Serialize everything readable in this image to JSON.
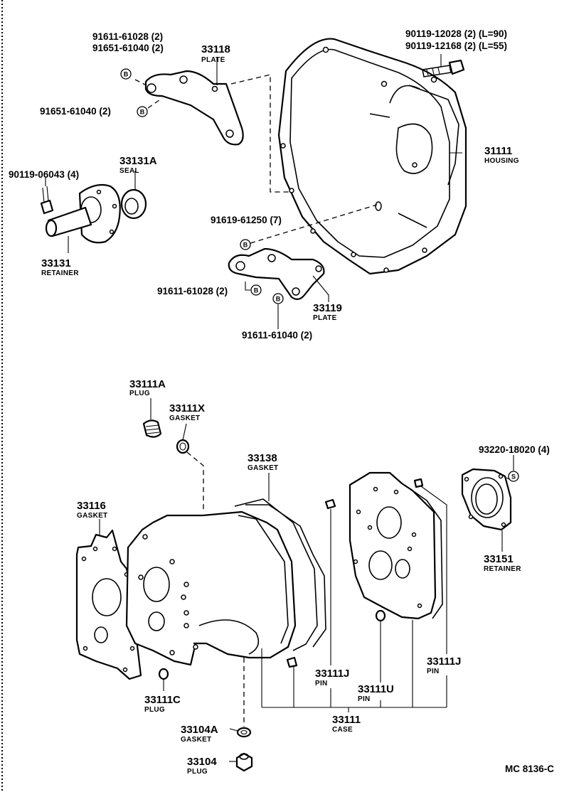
{
  "drawing_code": "MC 8136-C",
  "callouts": {
    "c_91611_61028_top": "91611-61028 (2)",
    "c_91651_61040_top": "91651-61040 (2)",
    "c_33118": "33118",
    "c_33118_name": "PLATE",
    "c_91651_61040_left": "91651-61040 (2)",
    "c_90119_12028": "90119-12028 (2) (L=90)",
    "c_90119_12168": "90119-12168 (2) (L=55)",
    "c_31111": "31111",
    "c_31111_name": "HOUSING",
    "c_33131A": "33131A",
    "c_33131A_name": "SEAL",
    "c_90119_06043": "90119-06043 (4)",
    "c_33131": "33131",
    "c_33131_name": "RETAINER",
    "c_91619_61250": "91619-61250 (7)",
    "c_91611_61028_mid": "91611-61028 (2)",
    "c_33119": "33119",
    "c_33119_name": "PLATE",
    "c_91611_61040_mid": "91611-61040 (2)",
    "c_33111A": "33111A",
    "c_33111A_name": "PLUG",
    "c_33111X": "33111X",
    "c_33111X_name": "GASKET",
    "c_33138": "33138",
    "c_33138_name": "GASKET",
    "c_93220_18020": "93220-18020 (4)",
    "c_33116": "33116",
    "c_33116_name": "GASKET",
    "c_33151": "33151",
    "c_33151_name": "RETAINER",
    "c_33111C": "33111C",
    "c_33111C_name": "PLUG",
    "c_33111J_a": "33111J",
    "c_33111J_a_name": "PIN",
    "c_33111U": "33111U",
    "c_33111U_name": "PIN",
    "c_33111J_b": "33111J",
    "c_33111J_b_name": "PIN",
    "c_33111": "33111",
    "c_33111_name": "CASE",
    "c_33104A": "33104A",
    "c_33104A_name": "GASKET",
    "c_33104": "33104",
    "c_33104_name": "PLUG"
  },
  "fastener_tags": {
    "b_tag": "B",
    "s_tag": "S"
  },
  "colors": {
    "ink": "#000000",
    "paper": "#ffffff"
  }
}
